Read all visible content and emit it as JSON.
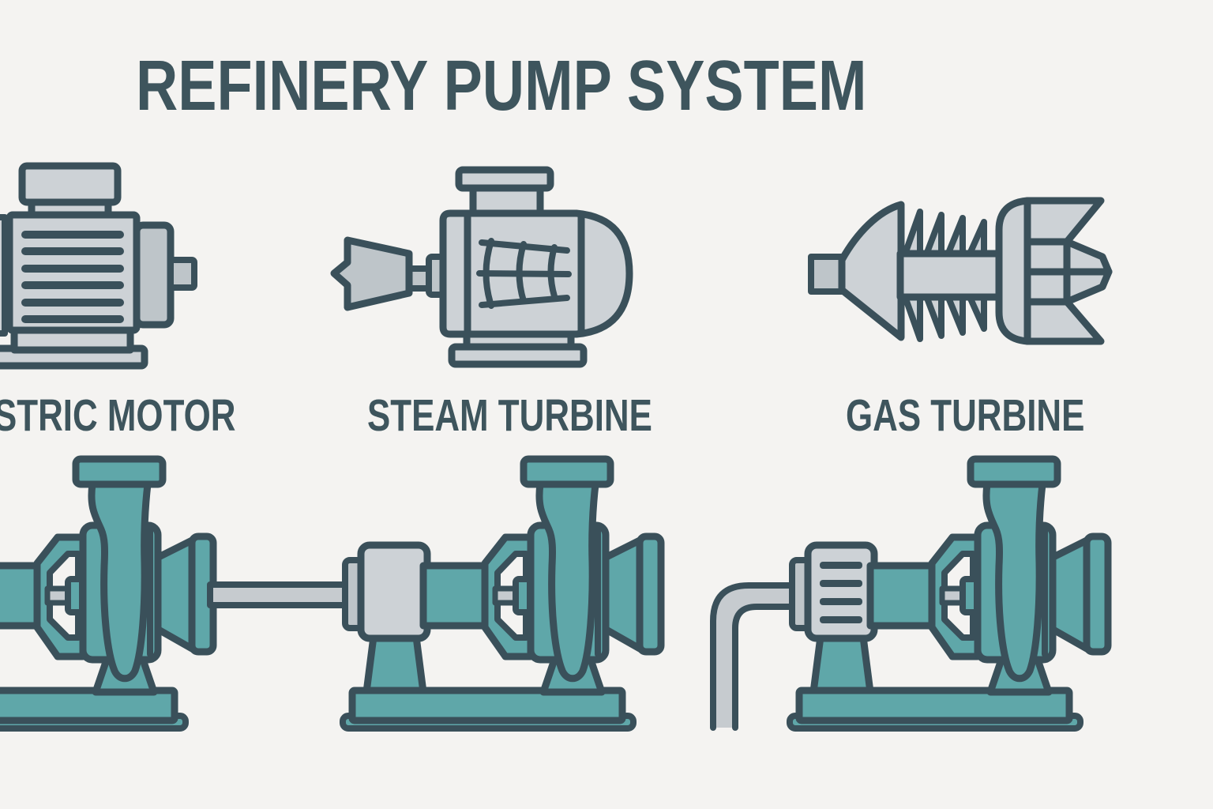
{
  "title": "REFINERY PUMP SYSTEM",
  "drivers": [
    {
      "id": "electric-motor",
      "label": "STRIC MOTOR"
    },
    {
      "id": "steam-turbine",
      "label": "STEAM TURBINE"
    },
    {
      "id": "gas-turbine",
      "label": "GAS TURBINE"
    }
  ],
  "icons": [
    "electric-motor-icon",
    "steam-turbine-icon",
    "gas-turbine-icon",
    "centrifugal-pump-icon-left",
    "centrifugal-pump-icon-center",
    "centrifugal-pump-icon-right",
    "drive-shaft",
    "elbow-pipe"
  ],
  "colors": {
    "background": "#F4F3F1",
    "outline": "#3A505A",
    "text": "#3E555D",
    "teal": "#5FA7A9",
    "gray_light": "#CDD2D6",
    "gray_mid": "#BEC5C9",
    "gray_shaft": "#C6CBCF"
  }
}
